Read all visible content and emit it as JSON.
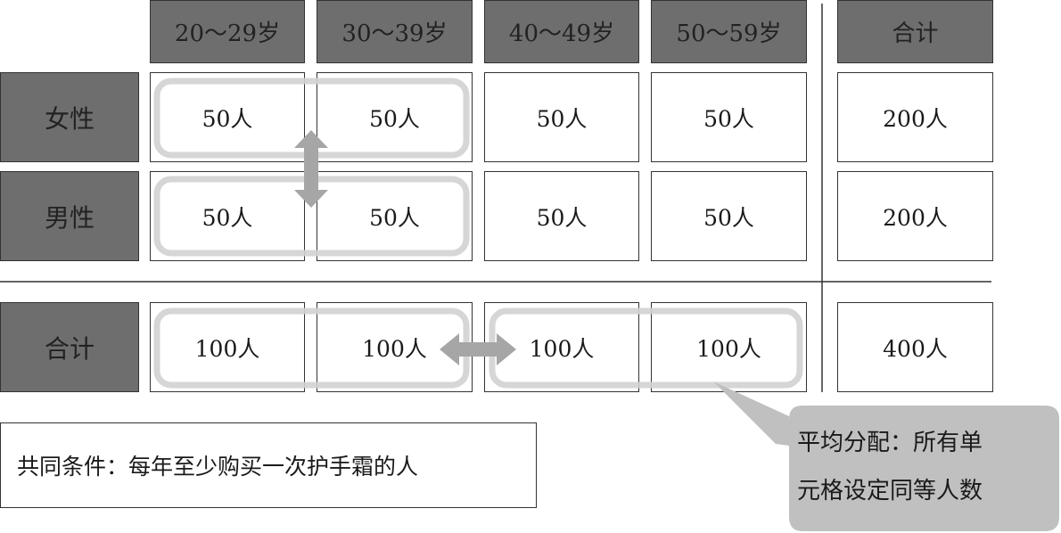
{
  "columns": [
    "20～29岁",
    "30～39岁",
    "40～49岁",
    "50～59岁"
  ],
  "total_label": "合计",
  "rows": [
    {
      "label": "女性",
      "cells": [
        "50人",
        "50人",
        "50人",
        "50人"
      ],
      "total": "200人"
    },
    {
      "label": "男性",
      "cells": [
        "50人",
        "50人",
        "50人",
        "50人"
      ],
      "total": "200人"
    }
  ],
  "totals_row": {
    "label": "合计",
    "cells": [
      "100人",
      "100人",
      "100人",
      "100人"
    ],
    "total": "400人"
  },
  "common_condition": "共同条件：每年至少购买一次护手霜的人",
  "callout": {
    "line1": "平均分配：所有单",
    "line2": "元格设定同等人数"
  },
  "colors": {
    "header_fill": "#6e6e6e",
    "highlight": "#d2d2d2",
    "callout_fill": "#c0c0c0"
  }
}
